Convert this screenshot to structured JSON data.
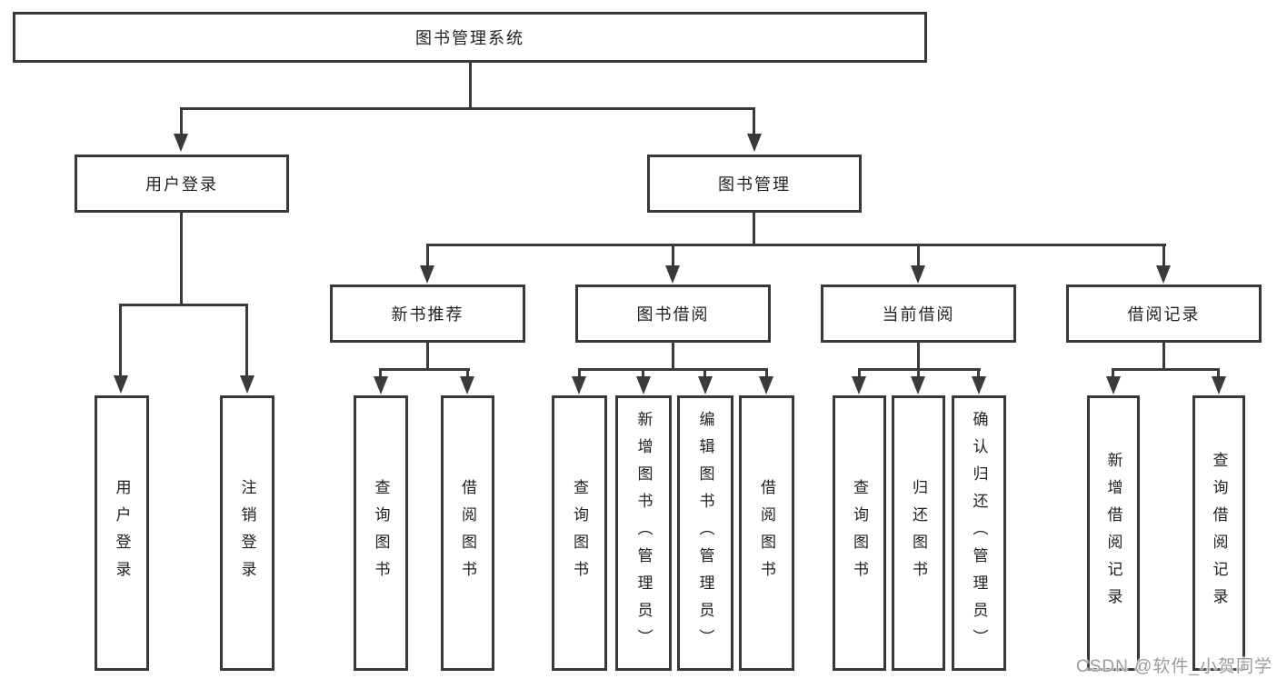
{
  "nodes": {
    "root": "图书管理系统",
    "level2": [
      "用户登录",
      "图书管理"
    ],
    "level3": [
      "新书推荐",
      "图书借阅",
      "当前借阅",
      "借阅记录"
    ],
    "leaves": [
      "用户登录",
      "注销登录",
      "查询图书",
      "借阅图书",
      "查询图书",
      "新增图书（管理员）",
      "编辑图书（管理员）",
      "借阅图书",
      "查询图书",
      "归还图书",
      "确认归还（管理员）",
      "新增借阅记录",
      "查询借阅记录"
    ]
  },
  "hierarchy": {
    "图书管理系统": {
      "用户登录": [
        "用户登录",
        "注销登录"
      ],
      "图书管理": {
        "新书推荐": [
          "查询图书",
          "借阅图书"
        ],
        "图书借阅": [
          "查询图书",
          "新增图书（管理员）",
          "编辑图书（管理员）",
          "借阅图书"
        ],
        "当前借阅": [
          "查询图书",
          "归还图书",
          "确认归还（管理员）"
        ],
        "借阅记录": [
          "新增借阅记录",
          "查询借阅记录"
        ]
      }
    }
  },
  "watermark": "CSDN @软件_小贺同学",
  "colors": {
    "line": "#3a3a3a",
    "text": "#212121",
    "watermark": "#9c9c9c",
    "background": "#ffffff"
  }
}
